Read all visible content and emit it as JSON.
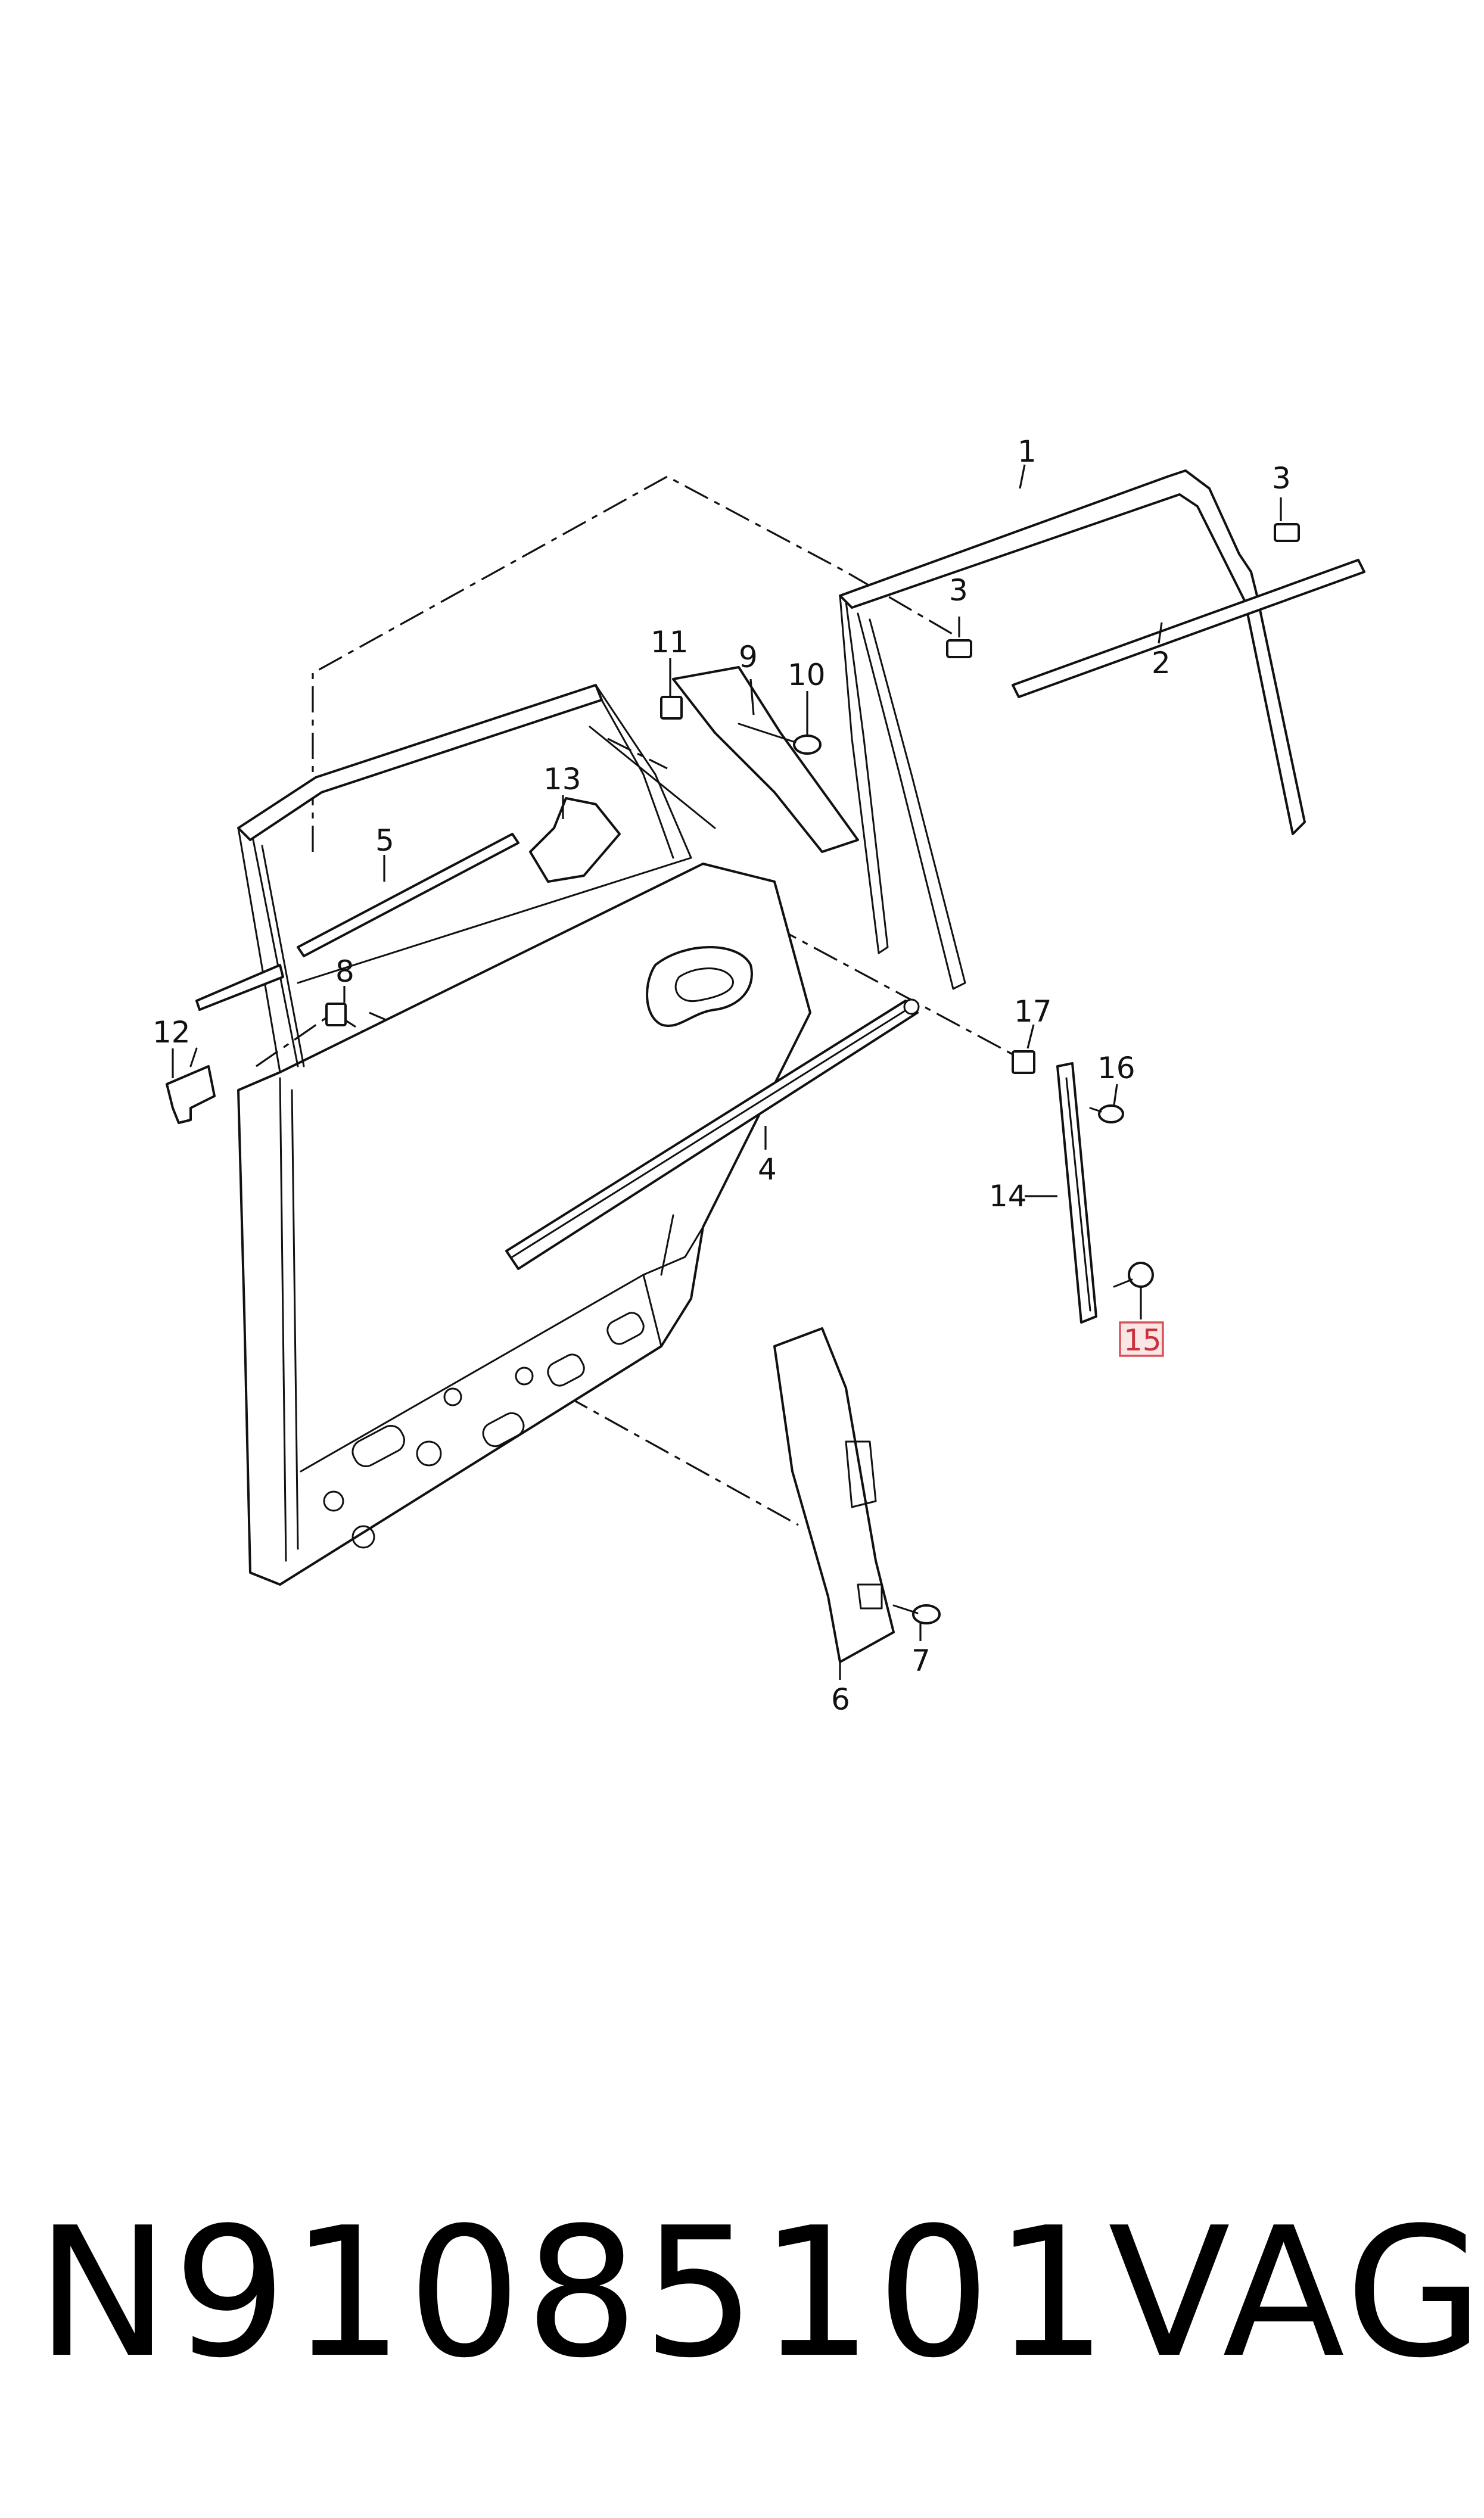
{
  "callouts": {
    "c1": "1",
    "c2": "2",
    "c3a": "3",
    "c3b": "3",
    "c4": "4",
    "c5": "5",
    "c6": "6",
    "c7": "7",
    "c8": "8",
    "c9": "9",
    "c10": "10",
    "c11": "11",
    "c12": "12",
    "c13": "13",
    "c14": "14",
    "c15": "15",
    "c16": "16",
    "c17": "17"
  },
  "highlighted_callout": "15",
  "colors": {
    "highlight_border": "#d9535a",
    "highlight_fill": "#fbe6e6",
    "ink": "#111111"
  },
  "footer": {
    "part_number": "N91085101",
    "brand": "VAG"
  }
}
